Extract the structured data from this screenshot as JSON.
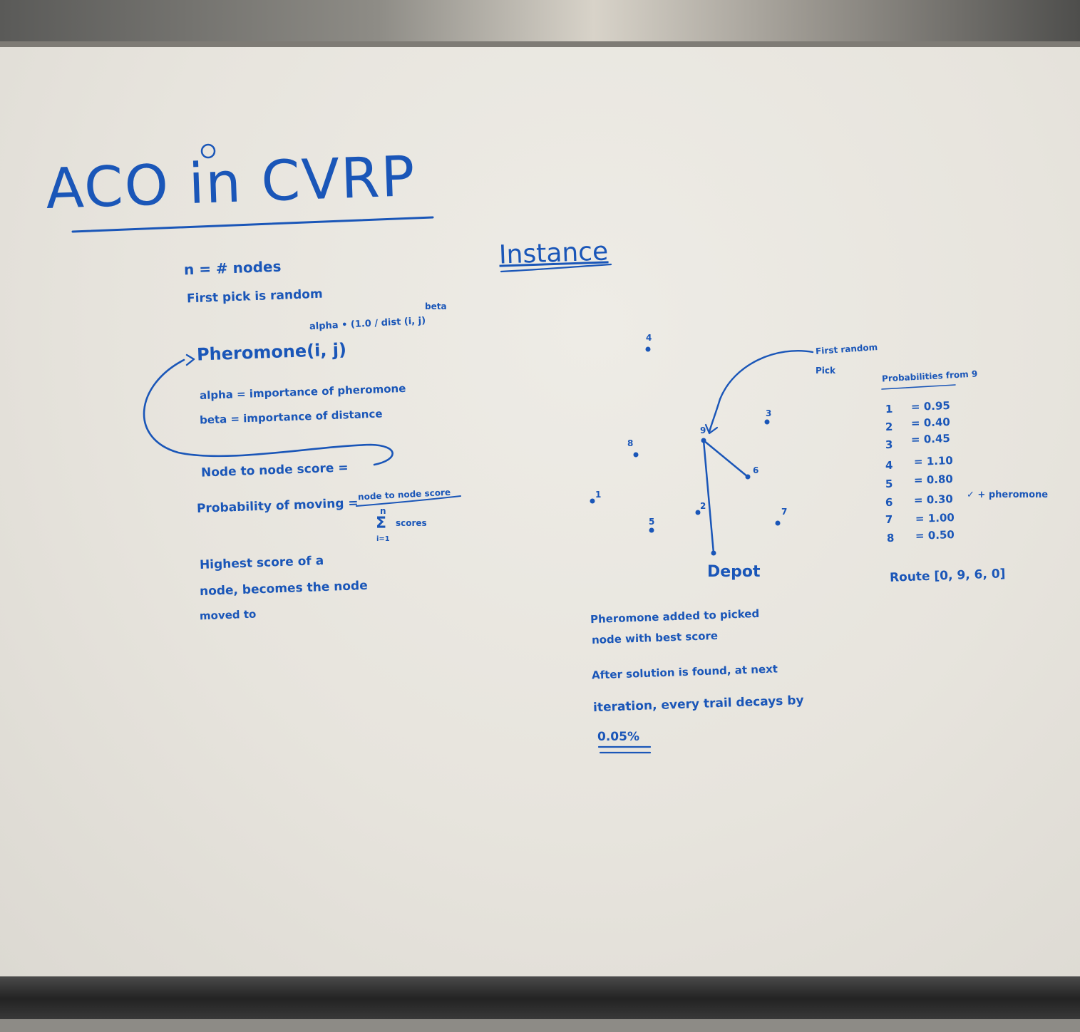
{
  "board": {
    "title": "ACO in CVRP",
    "left_notes": {
      "n_def": "n = # nodes",
      "first_pick": "First pick is random",
      "pheromone": "Pheromone(i, j)",
      "pheromone_exponent": "alpha • (1.0 / dist (i, j)",
      "beta_exponent": "beta",
      "alpha_def": "alpha = importance of pheromone",
      "beta_def": "beta = importance of distance",
      "node_score": "Node to node score =",
      "probability_label": "Probability of moving =",
      "probability_numerator": "node to node score",
      "sum_top": "n",
      "sum_symbol": "Σ",
      "sum_bottom": "i=1",
      "sum_label": "scores",
      "highest_1": "Highest score of a",
      "highest_2": "node, becomes the node",
      "highest_3": "moved to"
    },
    "instance": {
      "heading": "Instance",
      "annotation_1": "First random",
      "annotation_2": "Pick",
      "depot_label": "Depot",
      "nodes": [
        "1",
        "2",
        "3",
        "4",
        "5",
        "6",
        "7",
        "8",
        "9"
      ],
      "route_edges": [
        [
          "Depot",
          "9"
        ],
        [
          "9",
          "6"
        ]
      ]
    },
    "probabilities": {
      "heading": "Probabilities from 9",
      "rows": [
        {
          "node": "1",
          "value": "= 0.95"
        },
        {
          "node": "2",
          "value": "= 0.40"
        },
        {
          "node": "3",
          "value": "= 0.45"
        },
        {
          "node": "4",
          "value": "= 1.10"
        },
        {
          "node": "5",
          "value": "= 0.80"
        },
        {
          "node": "6",
          "value": "= 0.30"
        },
        {
          "node": "7",
          "value": "= 1.00"
        },
        {
          "node": "8",
          "value": "= 0.50"
        }
      ],
      "pick_note": "✓ + pheromone",
      "route": "Route [0, 9, 6, 0]"
    },
    "bottom_notes": {
      "line_1": "Pheromone added to picked",
      "line_2": "node with best score",
      "line_3": "After solution is found, at next",
      "line_4": "iteration, every trail decays by",
      "decay_value": "0.05%"
    },
    "ink_color": "#1a56b8"
  }
}
